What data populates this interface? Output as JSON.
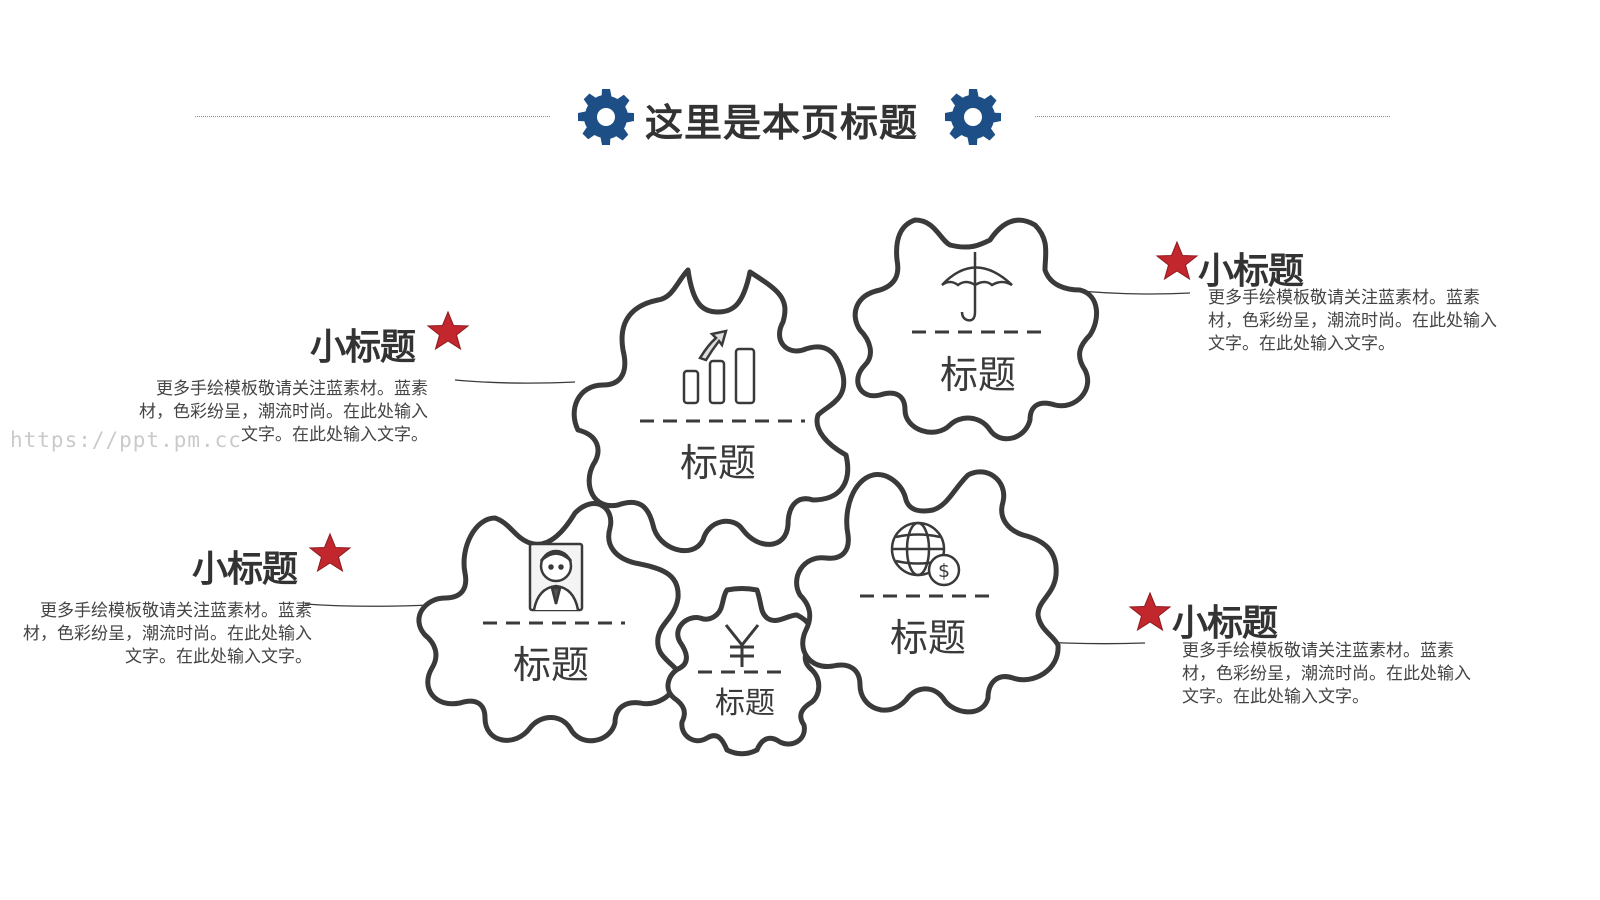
{
  "page": {
    "title": "这里是本页标题",
    "watermark": "https://ppt.pm.cc"
  },
  "colors": {
    "accent_gear": "#1d4f86",
    "star_red": "#c1272d",
    "outline": "#3a3a3a"
  },
  "gears": [
    {
      "id": "top-center",
      "label": "标题",
      "icon": "growth-chart-icon"
    },
    {
      "id": "top-right",
      "label": "标题",
      "icon": "umbrella-icon"
    },
    {
      "id": "bottom-left",
      "label": "标题",
      "icon": "businessman-icon"
    },
    {
      "id": "bottom-small",
      "label": "标题",
      "icon": "yuan-icon"
    },
    {
      "id": "bottom-right",
      "label": "标题",
      "icon": "globe-dollar-icon"
    }
  ],
  "callouts": [
    {
      "id": "left-top",
      "title": "小标题",
      "text": "更多手绘模板敬请关注蓝素材。蓝素材，色彩纷呈，潮流时尚。在此处输入文字。在此处输入文字。"
    },
    {
      "id": "left-bottom",
      "title": "小标题",
      "text": "更多手绘模板敬请关注蓝素材。蓝素材，色彩纷呈，潮流时尚。在此处输入文字。在此处输入文字。"
    },
    {
      "id": "right-top",
      "title": "小标题",
      "text": "更多手绘模板敬请关注蓝素材。蓝素材，色彩纷呈，潮流时尚。在此处输入文字。在此处输入文字。"
    },
    {
      "id": "right-bottom",
      "title": "小标题",
      "text": "更多手绘模板敬请关注蓝素材。蓝素材，色彩纷呈，潮流时尚。在此处输入文字。在此处输入文字。"
    }
  ]
}
